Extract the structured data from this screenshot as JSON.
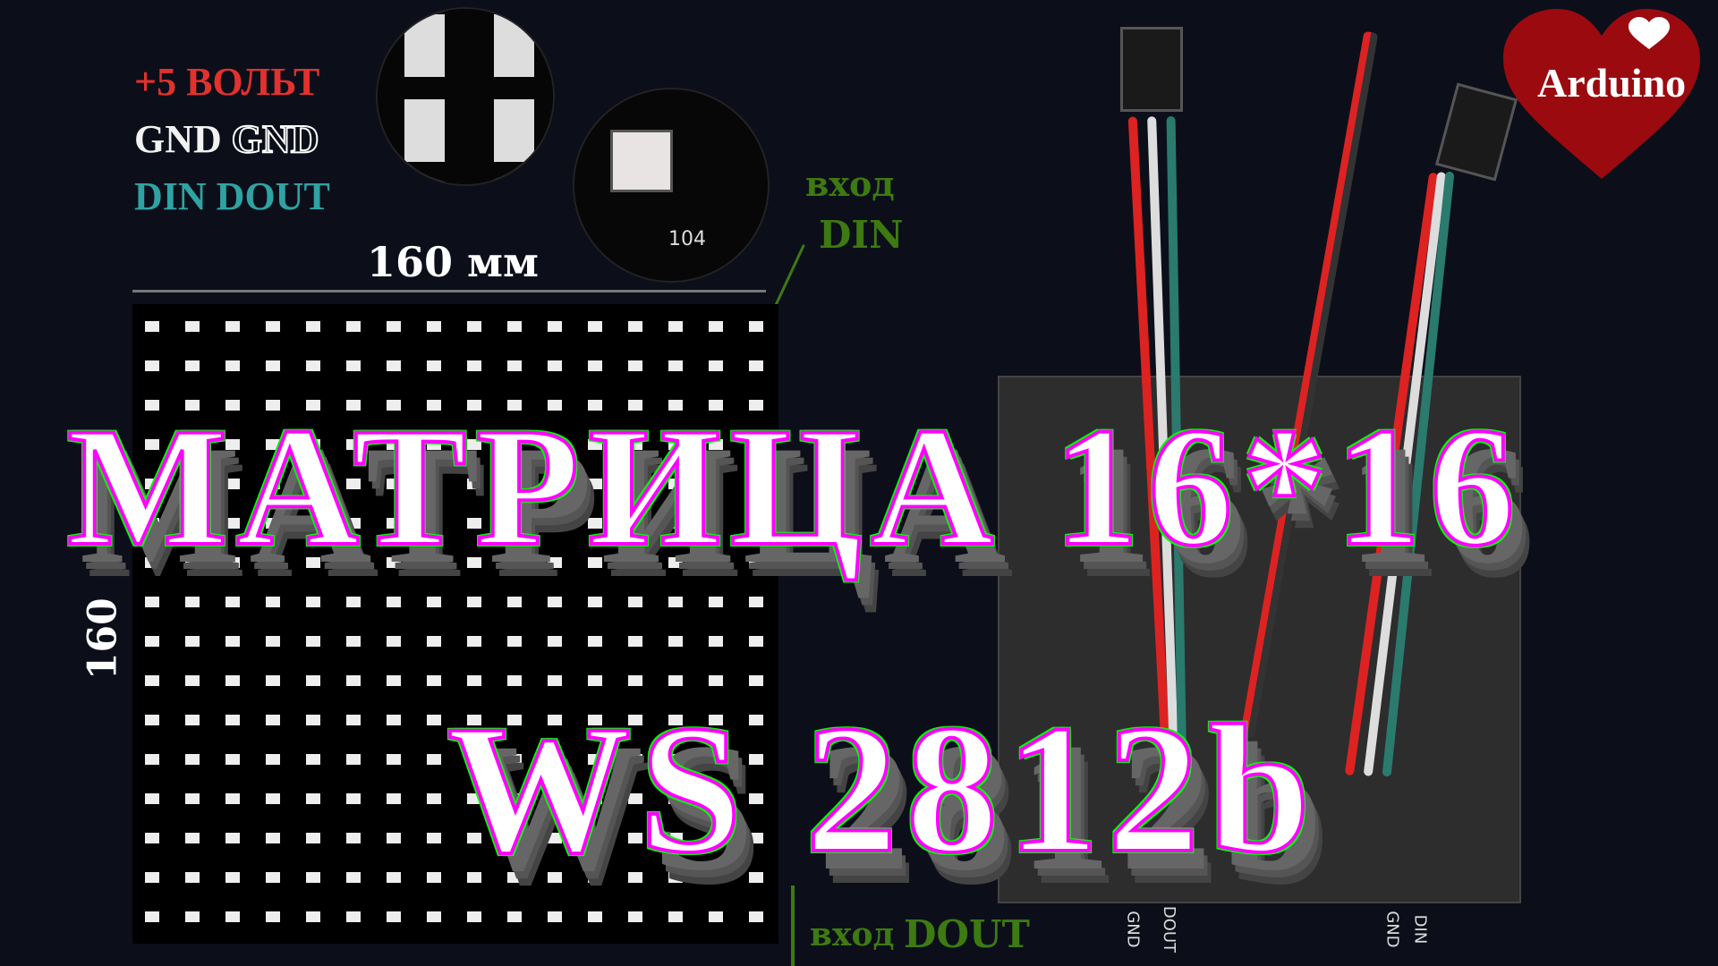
{
  "legend": {
    "power": "+5 ВОЛЬТ",
    "gnd": "GND",
    "gnd_outline": "GND",
    "data": "DIN DOUT"
  },
  "closeup": {
    "marking": "104"
  },
  "input_label": {
    "line1": "вход",
    "line2": "DIN"
  },
  "output_label": {
    "line1": "вход",
    "line2": "DOUT"
  },
  "dimensions": {
    "width": "160 мм",
    "height": "160"
  },
  "wire_pins": [
    "GND",
    "DOUT",
    "GND",
    "DIN"
  ],
  "badge": {
    "label": "Arduino",
    "color": "#9b0a0f"
  },
  "title": {
    "line1": "МАТРИЦА 16*16",
    "line2": "WS 2812b"
  },
  "colors": {
    "power": "#e3312e",
    "data": "#2fa3a3",
    "label_green": "#3d7a12",
    "title_stroke": "#ff00ff",
    "title_glow": "#00ff00"
  }
}
